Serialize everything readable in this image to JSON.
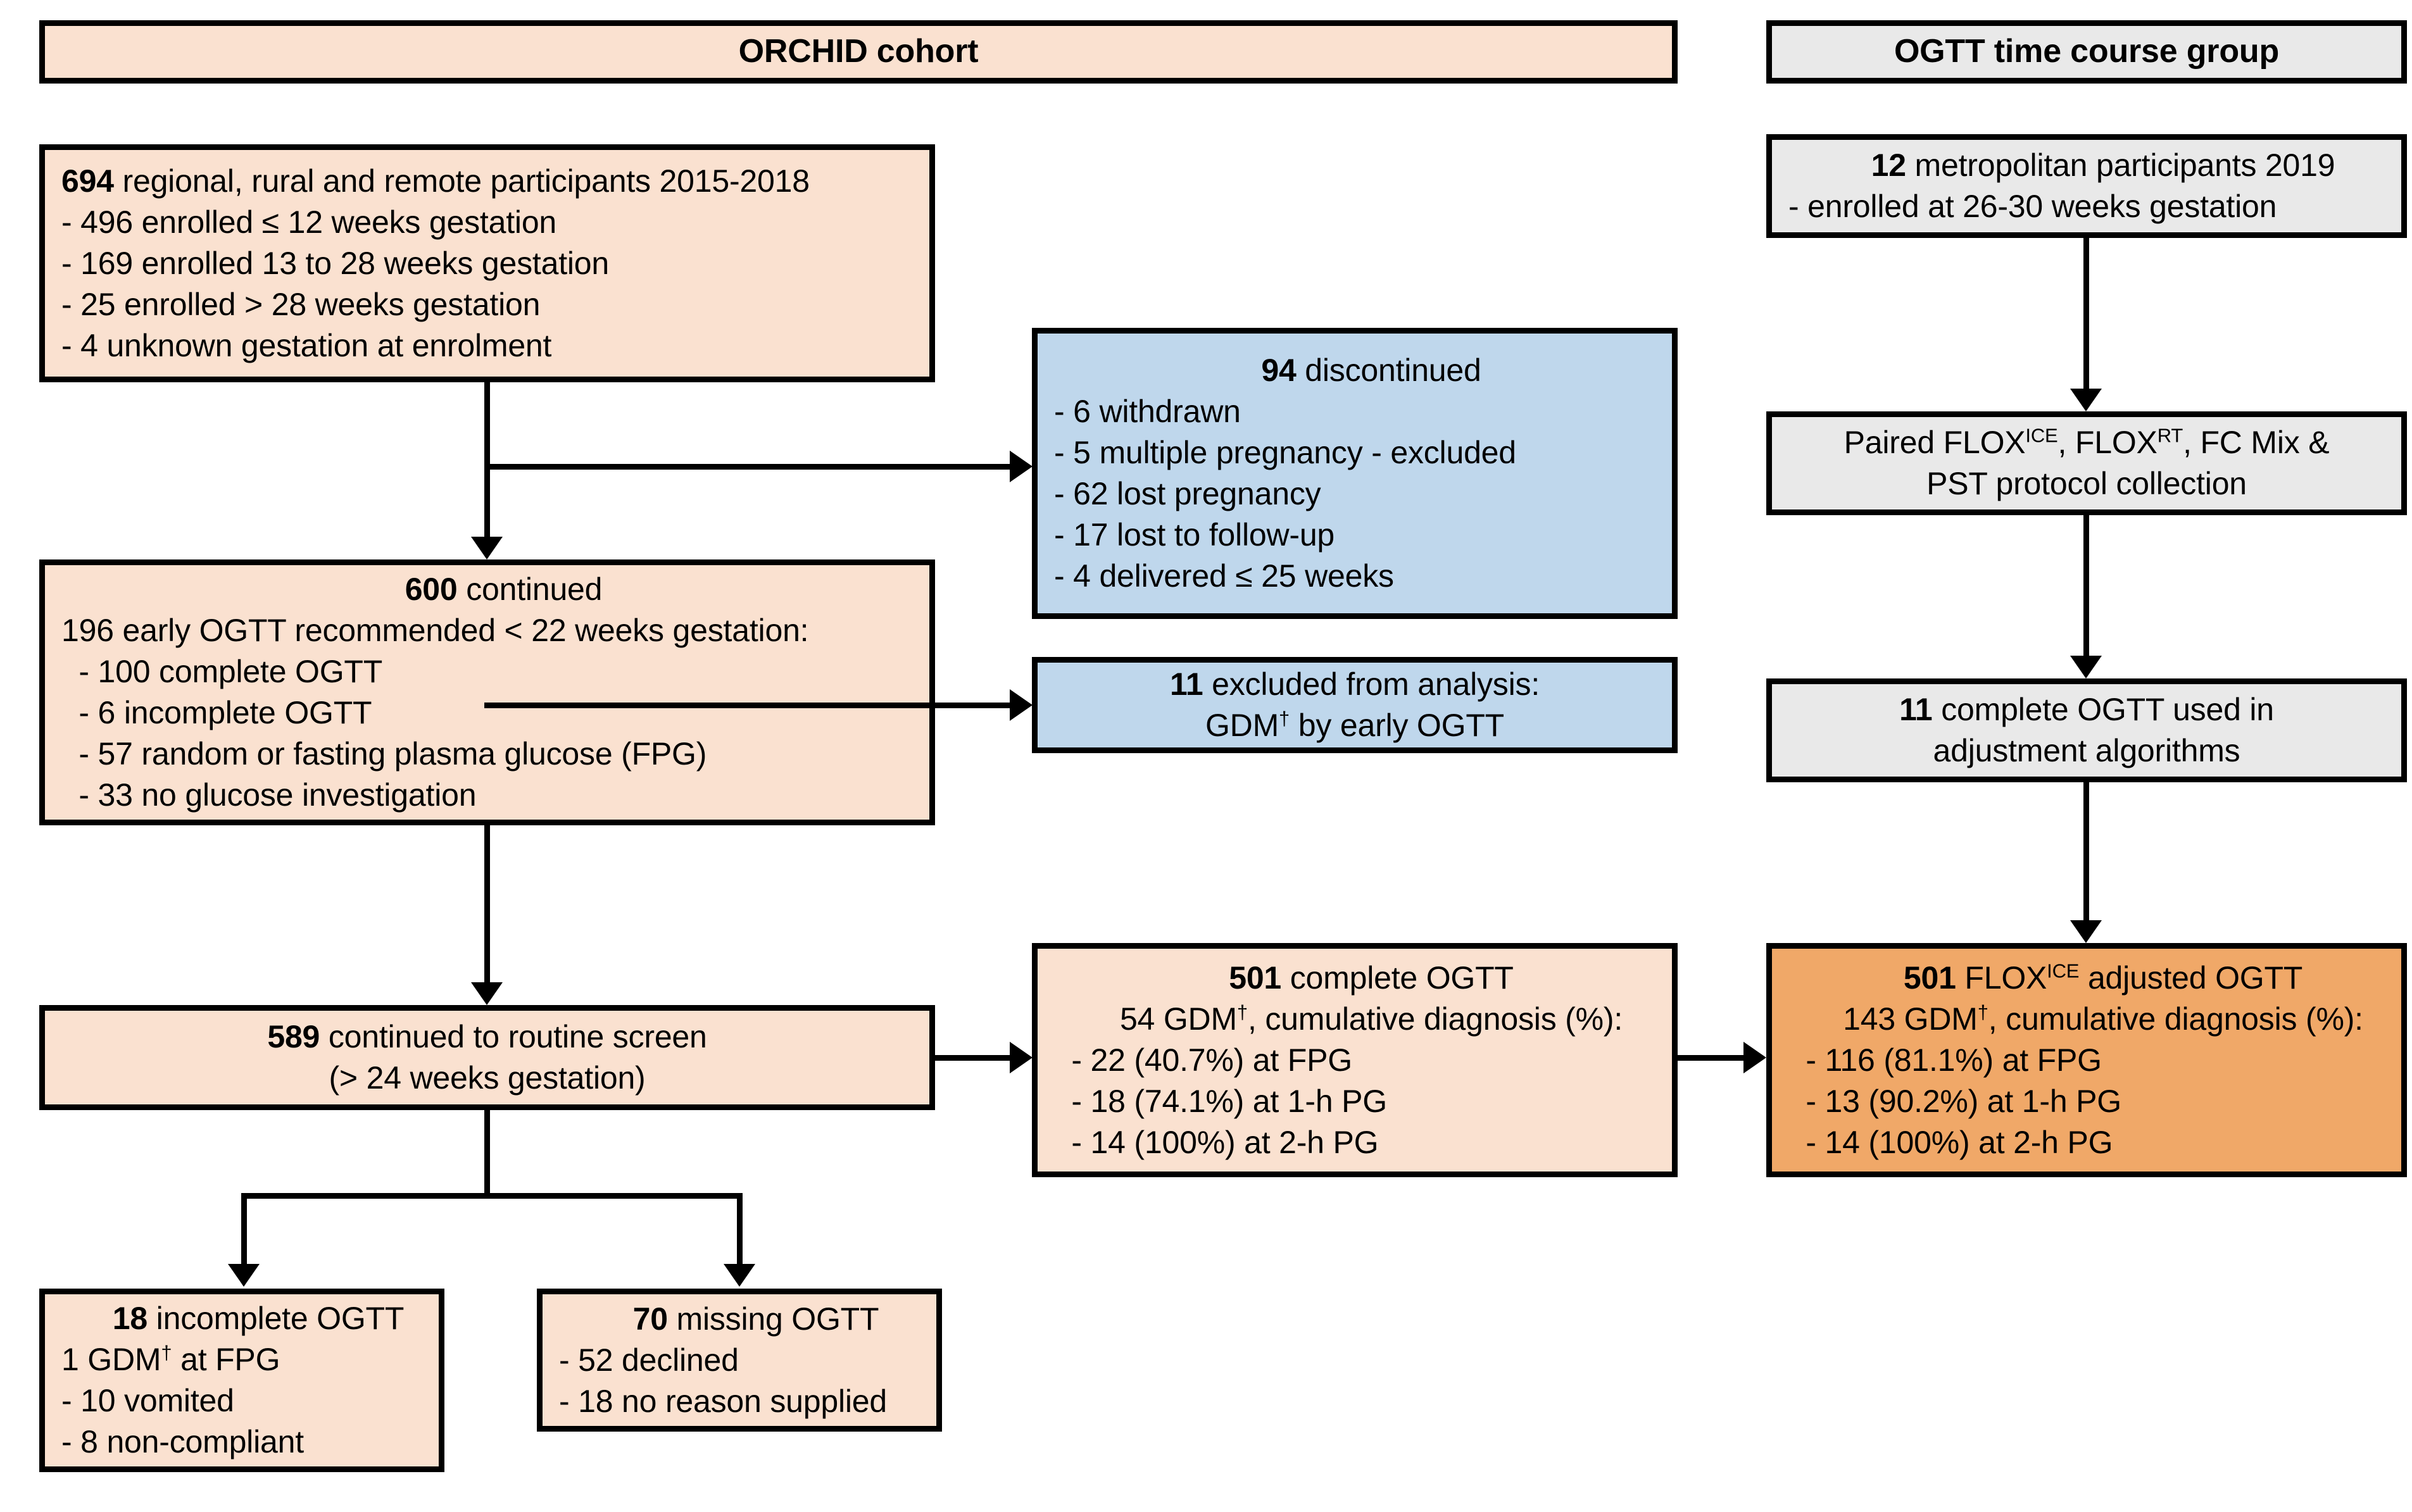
{
  "headers": {
    "left": "ORCHID cohort",
    "right": "OGTT time course group"
  },
  "boxes": {
    "participants694": {
      "lines": [
        "694 regional, rural and remote participants 2015-2018",
        "- 496 enrolled ≤ 12 weeks gestation",
        "- 169 enrolled 13 to 28 weeks gestation",
        "- 25 enrolled > 28 weeks gestation",
        "- 4 unknown gestation at enrolment"
      ],
      "bold_lead": "694"
    },
    "discontinued94": {
      "lines": [
        "94 discontinued",
        "- 6 withdrawn",
        "- 5 multiple pregnancy - excluded",
        "- 62 lost pregnancy",
        "- 17 lost to follow-up",
        "- 4 delivered ≤ 25 weeks"
      ],
      "bold_lead": "94"
    },
    "continued600": {
      "lines": [
        "600 continued",
        "196 early OGTT recommended < 22 weeks gestation:",
        "- 100 complete OGTT",
        "- 6 incomplete OGTT",
        "- 57 random or fasting plasma glucose (FPG)",
        "- 33 no glucose investigation"
      ],
      "bold_lead": "600"
    },
    "excluded11": {
      "lines": [
        "11 excluded from analysis:",
        "GDM† by early OGTT"
      ],
      "bold_lead": "11"
    },
    "routine589": {
      "lines": [
        "589 continued to routine screen",
        "(> 24 weeks gestation)"
      ],
      "bold_lead": "589"
    },
    "incomplete18": {
      "lines": [
        "18 incomplete OGTT",
        "1 GDM† at FPG",
        "- 10 vomited",
        "- 8 non-compliant"
      ],
      "bold_lead": "18"
    },
    "missing70": {
      "lines": [
        "70 missing OGTT",
        "- 52 declined",
        "- 18 no reason supplied"
      ],
      "bold_lead": "70"
    },
    "complete501": {
      "lines": [
        "501 complete OGTT",
        "54 GDM†, cumulative diagnosis (%):",
        "- 22 (40.7%) at FPG",
        "- 18 (74.1%) at 1-h PG",
        "- 14 (100%) at 2-h PG"
      ],
      "bold_lead": "501"
    },
    "metro12": {
      "lines": [
        "12 metropolitan participants 2019",
        "- enrolled at 26-30 weeks gestation"
      ],
      "bold_lead": "12"
    },
    "protocol": {
      "lines": [
        "Paired FLOXICE, FLOXRT, FC Mix &",
        "PST protocol collection"
      ]
    },
    "adjustment11": {
      "lines": [
        "11 complete OGTT used in",
        "adjustment algorithms"
      ],
      "bold_lead": "11"
    },
    "floxAdjusted501": {
      "lines": [
        "501 FLOXICE adjusted OGTT",
        "143 GDM†, cumulative diagnosis (%):",
        "- 116 (81.1%) at FPG",
        "- 13 (90.2%) at 1-h PG",
        "- 14 (100%) at 2-h PG"
      ],
      "bold_lead": "501"
    }
  },
  "colors": {
    "peach": "#FAE1D0",
    "blue": "#BFD7EC",
    "grey": "#E9E9E9",
    "orange": "#F0A868",
    "border": "#000000"
  }
}
